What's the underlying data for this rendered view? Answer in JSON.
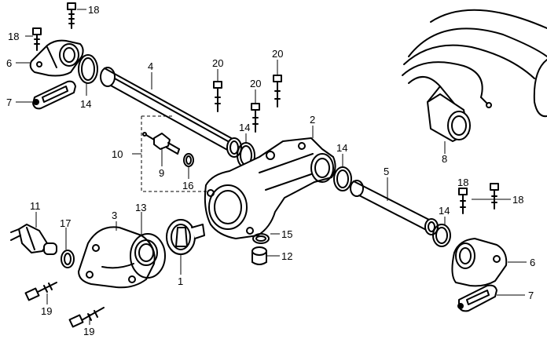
{
  "diagram": {
    "callouts": [
      {
        "id": "c18a",
        "text": "18"
      },
      {
        "id": "c18b",
        "text": "18"
      },
      {
        "id": "c6a",
        "text": "6"
      },
      {
        "id": "c7a",
        "text": "7"
      },
      {
        "id": "c14a",
        "text": "14"
      },
      {
        "id": "c4",
        "text": "4"
      },
      {
        "id": "c20a",
        "text": "20"
      },
      {
        "id": "c20b",
        "text": "20"
      },
      {
        "id": "c20c",
        "text": "20"
      },
      {
        "id": "c14b",
        "text": "14"
      },
      {
        "id": "c2",
        "text": "2"
      },
      {
        "id": "c10",
        "text": "10"
      },
      {
        "id": "c9",
        "text": "9"
      },
      {
        "id": "c16",
        "text": "16"
      },
      {
        "id": "c14c",
        "text": "14"
      },
      {
        "id": "c8",
        "text": "8"
      },
      {
        "id": "c5",
        "text": "5"
      },
      {
        "id": "c18c",
        "text": "18"
      },
      {
        "id": "c18d",
        "text": "18"
      },
      {
        "id": "c14d",
        "text": "14"
      },
      {
        "id": "c11",
        "text": "11"
      },
      {
        "id": "c3",
        "text": "3"
      },
      {
        "id": "c13",
        "text": "13"
      },
      {
        "id": "c17",
        "text": "17"
      },
      {
        "id": "c15",
        "text": "15"
      },
      {
        "id": "c12",
        "text": "12"
      },
      {
        "id": "c1",
        "text": "1"
      },
      {
        "id": "c6b",
        "text": "6"
      },
      {
        "id": "c7b",
        "text": "7"
      },
      {
        "id": "c19a",
        "text": "19"
      },
      {
        "id": "c19b",
        "text": "19"
      }
    ]
  }
}
